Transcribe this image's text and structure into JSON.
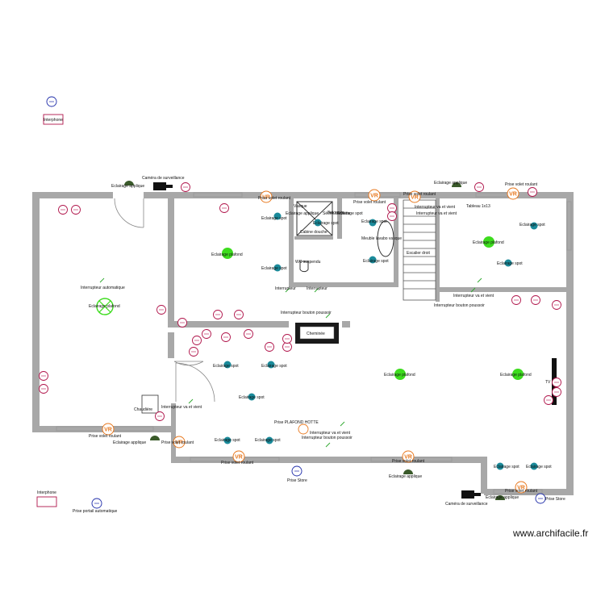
{
  "watermark": "www.archifacile.fr",
  "colors": {
    "wall": "#a8a8a8",
    "outlet": "#b0144a",
    "light_green": "#3ddc1e",
    "spot_teal": "#1a8a9a",
    "applique": "#3a5a2a",
    "vr_orange": "#e8781e",
    "switch_green": "#2ea82e",
    "camera": "#111111",
    "blue_symbol": "#1c2aa8"
  },
  "rooms": {
    "chaudiere": "Chaudière",
    "cheminee": "Cheminée",
    "escalier": "Escalier droit",
    "wc": "WC suspendu",
    "cabine": "Cabine douche",
    "meuble": "Meuble lavabo vasque",
    "baignoire": "Baignoire",
    "vasque": "Vasque",
    "tableau": "Tableau 1x13",
    "tv": "TV"
  },
  "labels": [
    {
      "key": "camera1",
      "text": "Caméra de surveillance"
    },
    {
      "key": "applique1",
      "text": "Eclairage applique"
    },
    {
      "key": "applique2",
      "text": "Eclairage applique"
    },
    {
      "key": "applique3",
      "text": "Eclairage applique"
    },
    {
      "key": "applique4",
      "text": "Eclairage applique"
    },
    {
      "key": "applique5",
      "text": "Eclairage applique"
    },
    {
      "key": "applique6",
      "text": "Eclairage applique"
    },
    {
      "key": "volet1",
      "text": "Prise volet roulant"
    },
    {
      "key": "volet2",
      "text": "Prise volet roulant"
    },
    {
      "key": "volet3",
      "text": "Prise volet roulant"
    },
    {
      "key": "volet4",
      "text": "Prise volet roulant"
    },
    {
      "key": "volet5",
      "text": "Prise volet roulant"
    },
    {
      "key": "volet6",
      "text": "Prise volet roulant"
    },
    {
      "key": "volet7",
      "text": "Prise volet roulant"
    },
    {
      "key": "volet8",
      "text": "Prise volet roulant"
    },
    {
      "key": "volet9",
      "text": "Prise volet roulant"
    },
    {
      "key": "spot1",
      "text": "Eclairage spot"
    },
    {
      "key": "spot2",
      "text": "Eclairage spot"
    },
    {
      "key": "spot3",
      "text": "Eclairage spot"
    },
    {
      "key": "spot4",
      "text": "Eclairage spot"
    },
    {
      "key": "spot5",
      "text": "Eclairage spot"
    },
    {
      "key": "spot6",
      "text": "Eclairage spot"
    },
    {
      "key": "spot7",
      "text": "Eclairage spot"
    },
    {
      "key": "spot8",
      "text": "Eclairage spot"
    },
    {
      "key": "spot9",
      "text": "Eclairage spot"
    },
    {
      "key": "spot10",
      "text": "Eclairage spot"
    },
    {
      "key": "spot11",
      "text": "Eclairage spot"
    },
    {
      "key": "spot12",
      "text": "Eclairage spot"
    },
    {
      "key": "spot13",
      "text": "Eclairage spot"
    },
    {
      "key": "spot14",
      "text": "Eclairage spot"
    },
    {
      "key": "spot15",
      "text": "Eclairage spot"
    },
    {
      "key": "plafond1",
      "text": "Eclairage plafond"
    },
    {
      "key": "plafond2",
      "text": "Eclairage plafond"
    },
    {
      "key": "plafond3",
      "text": "Eclairage plafond"
    },
    {
      "key": "plafond4",
      "text": "Eclairage plafond"
    },
    {
      "key": "plafond5",
      "text": "Eclairage plafond"
    },
    {
      "key": "interauto",
      "text": "Interrupteur automatique"
    },
    {
      "key": "inter1",
      "text": "Interrupteur"
    },
    {
      "key": "inter2",
      "text": "Interrupteur"
    },
    {
      "key": "interva1",
      "text": "Interrupteur va et vient"
    },
    {
      "key": "interva2",
      "text": "Interrupteur va et vient"
    },
    {
      "key": "interva3",
      "text": "Interrupteur va et vient"
    },
    {
      "key": "interva4",
      "text": "Interrupteur va et vient"
    },
    {
      "key": "interva5",
      "text": "Interrupteur va et vient"
    },
    {
      "key": "interbp1",
      "text": "Interrupteur bouton poussoir"
    },
    {
      "key": "interbp2",
      "text": "Interrupteur bouton poussoir"
    },
    {
      "key": "interbp3",
      "text": "Interrupteur bouton poussoir"
    },
    {
      "key": "hotte",
      "text": "Prise PLAFOND HOTTE"
    },
    {
      "key": "store1",
      "text": "Prise Store"
    },
    {
      "key": "store2",
      "text": "Prise Store"
    },
    {
      "key": "portail",
      "text": "Prise portail automatique"
    },
    {
      "key": "camera2",
      "text": "Caméra de surveillance"
    },
    {
      "key": "sechesv",
      "text": "Sèche serviette"
    },
    {
      "key": "interdoor1",
      "text": "Interphone"
    },
    {
      "key": "interdoor2",
      "text": "Interphone"
    }
  ],
  "vr_label": "VR",
  "socket_label": "2P"
}
